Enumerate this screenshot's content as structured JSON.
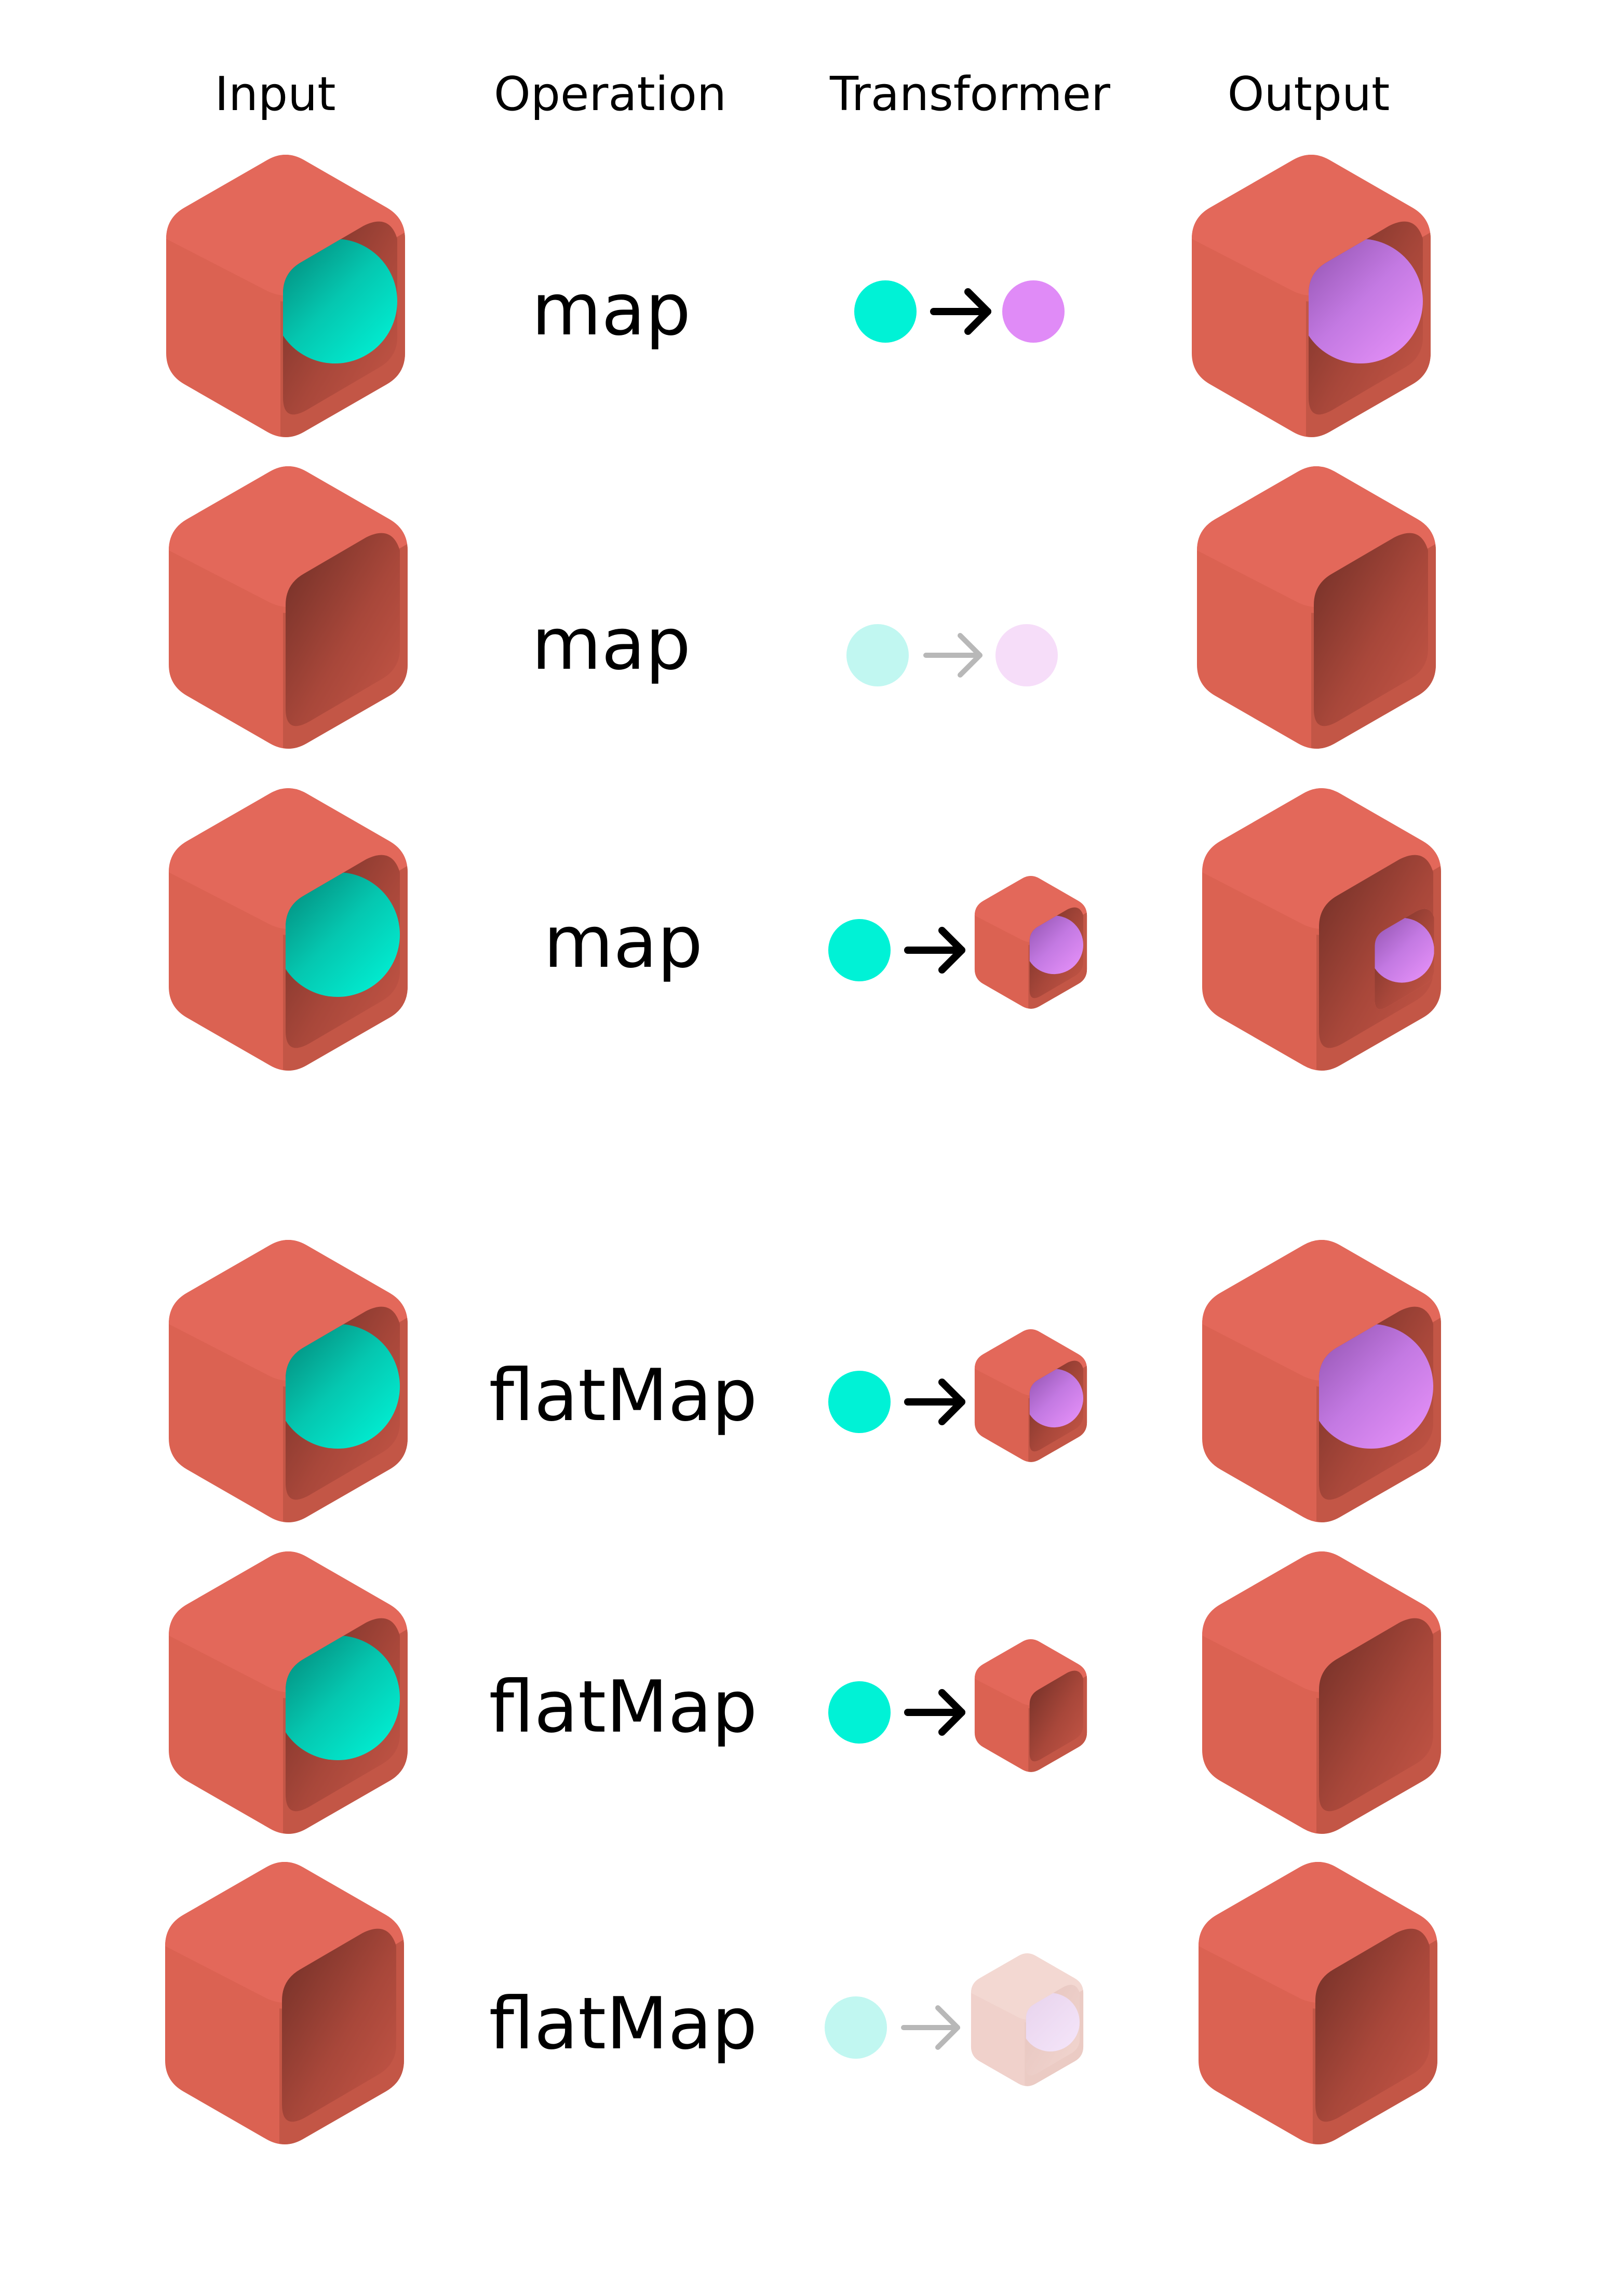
{
  "headers": {
    "input": "Input",
    "operation": "Operation",
    "transformer": "Transformer",
    "output": "Output"
  },
  "rows": [
    {
      "operation": "map",
      "input": "teal",
      "transformer": "dot",
      "transformer_result": "purple",
      "faded": false,
      "output": "purple"
    },
    {
      "operation": "map",
      "input": "empty",
      "transformer": "dot",
      "transformer_result": "purple",
      "faded": true,
      "output": "empty"
    },
    {
      "operation": "map",
      "input": "teal",
      "transformer": "box",
      "transformer_result": "purple",
      "faded": false,
      "output": "nested-purple"
    },
    {
      "operation": "flatMap",
      "input": "teal",
      "transformer": "box",
      "transformer_result": "purple",
      "faded": false,
      "output": "purple"
    },
    {
      "operation": "flatMap",
      "input": "teal",
      "transformer": "box",
      "transformer_result": "empty",
      "faded": false,
      "output": "empty"
    },
    {
      "operation": "flatMap",
      "input": "empty",
      "transformer": "box",
      "transformer_result": "purple",
      "faded": true,
      "output": "empty"
    }
  ],
  "colors": {
    "box_top": "#E3685A",
    "box_side": "#DB6252",
    "box_right": "#C35646",
    "teal": "#00F2D6",
    "teal_dark": "#04907F",
    "purple": "#E08BF7",
    "purple_dark": "#9A5BB8",
    "arrow": "#000000",
    "arrow_faded": "#B8B8B8",
    "teal_faded": "#C1F7F1",
    "purple_faded": "#F6DDF9",
    "box_faded": "#F3D7D2"
  }
}
